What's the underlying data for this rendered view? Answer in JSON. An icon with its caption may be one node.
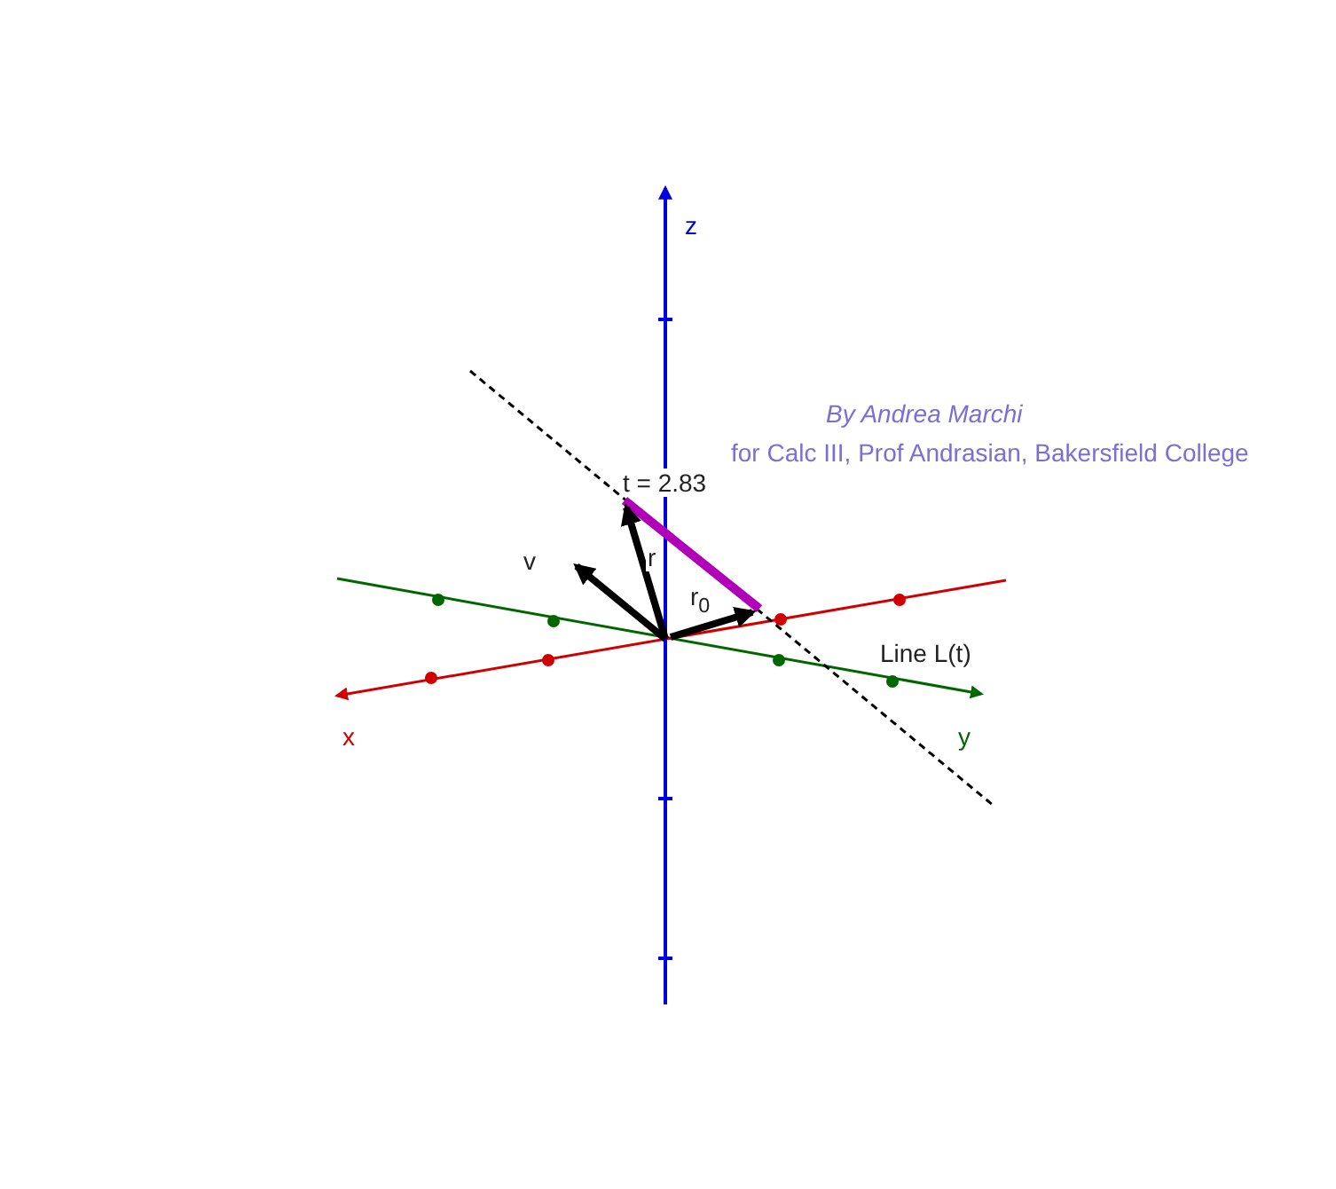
{
  "diagram": {
    "labels": [
      "z",
      "By Andrea Marchi",
      "for Calc III, Prof Andrasian, Bakersfield College",
      "t = 2.83",
      "v",
      "r",
      "r$_{0}$",
      "Line L(t)",
      "x",
      "y"
    ]
  }
}
